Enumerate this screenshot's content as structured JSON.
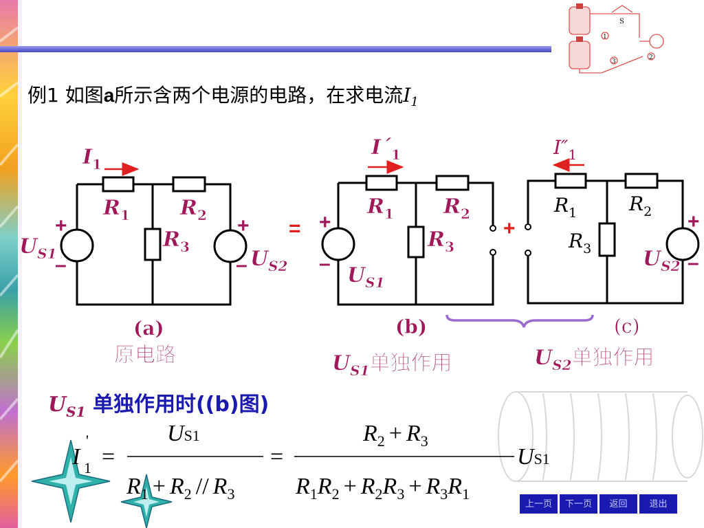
{
  "title": {
    "prefix": "例1  如图",
    "a": "a",
    "middle": "所示含两个电源的电路，在求电流",
    "var": "I",
    "sub": "1"
  },
  "labels": {
    "I": "I",
    "I1_sub": "1",
    "I1b": "I´",
    "I1c": "I″",
    "R": "R",
    "sub1": "1",
    "sub2": "2",
    "sub3": "3",
    "U": "U",
    "S1": "S1",
    "S2": "S2",
    "plus": "+",
    "minus": "–",
    "equals": "=",
    "cap_a": "(a)",
    "cap_b": "(b)",
    "cap_c": "(c)",
    "orig": "原电路",
    "alone": "单独作用"
  },
  "subtitle": {
    "U": "U",
    "S1": "S1",
    "text": " 单独作用时((b)图)"
  },
  "formula": {
    "I": "I",
    "sub1": "1",
    "prime": "'",
    "eq": "=",
    "plus": "+",
    "par": "//",
    "US": "U",
    "S1": "S1",
    "R": "R",
    "n1": "1",
    "n2": "2",
    "n3": "3"
  },
  "corner_labels": [
    "S",
    "1",
    "2",
    "3"
  ],
  "nav": {
    "prev": "上一页",
    "next": "下一页",
    "back": "返回",
    "exit": "退出"
  },
  "colors": {
    "wire": "#000000",
    "accent": "#a0185a",
    "arrow": "#e02020",
    "brace": "#9a6ad0",
    "title_bar": "#6a6ad8",
    "nav_bg": "#1a1ab0"
  }
}
